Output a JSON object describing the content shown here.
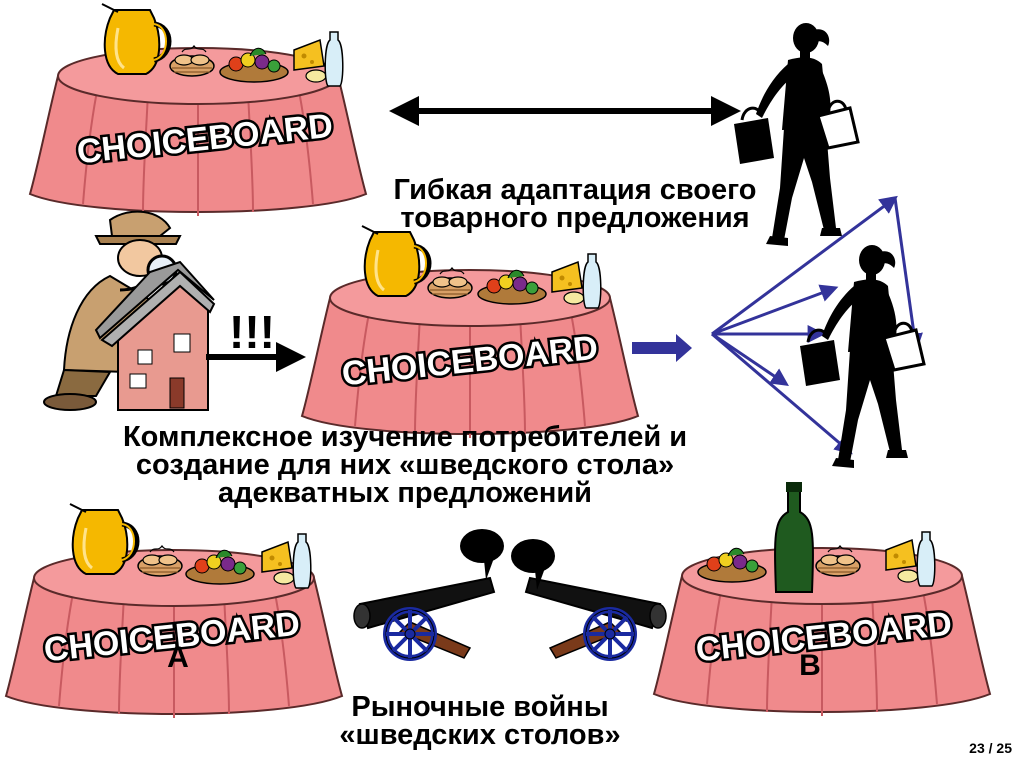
{
  "table_label": "CHOICEBOARD",
  "scene_top": {
    "caption_lines": [
      "Гибкая адаптация своего",
      "товарного предложения"
    ]
  },
  "scene_middle": {
    "exclaim": "!!!",
    "caption_lines": [
      "Комплексное изучение потребителей и",
      "создание для них «шведского стола»",
      "адекватных предложений"
    ]
  },
  "scene_bottom": {
    "table_a_letter": "A",
    "table_b_letter": "B",
    "caption_lines": [
      "Рыночные войны",
      "«шведских столов»"
    ]
  },
  "page_number": "23 / 25",
  "colors": {
    "tablecloth": "#f08a8c",
    "tablecloth_dark": "#c85a60",
    "arrow_blue": "#33339a",
    "wheel_blue": "#1a2aa0",
    "silhouette": "#000000",
    "jug_yellow": "#f5b800",
    "bottle_green": "#1f5a1f"
  },
  "icons": [
    "jug-icon",
    "bread-basket-icon",
    "fruit-basket-icon",
    "cheese-milk-icon",
    "woman-shopper-icon",
    "detective-icon",
    "house-icon",
    "cannon-icon",
    "speech-bubble-icon",
    "wine-bottle-icon"
  ]
}
